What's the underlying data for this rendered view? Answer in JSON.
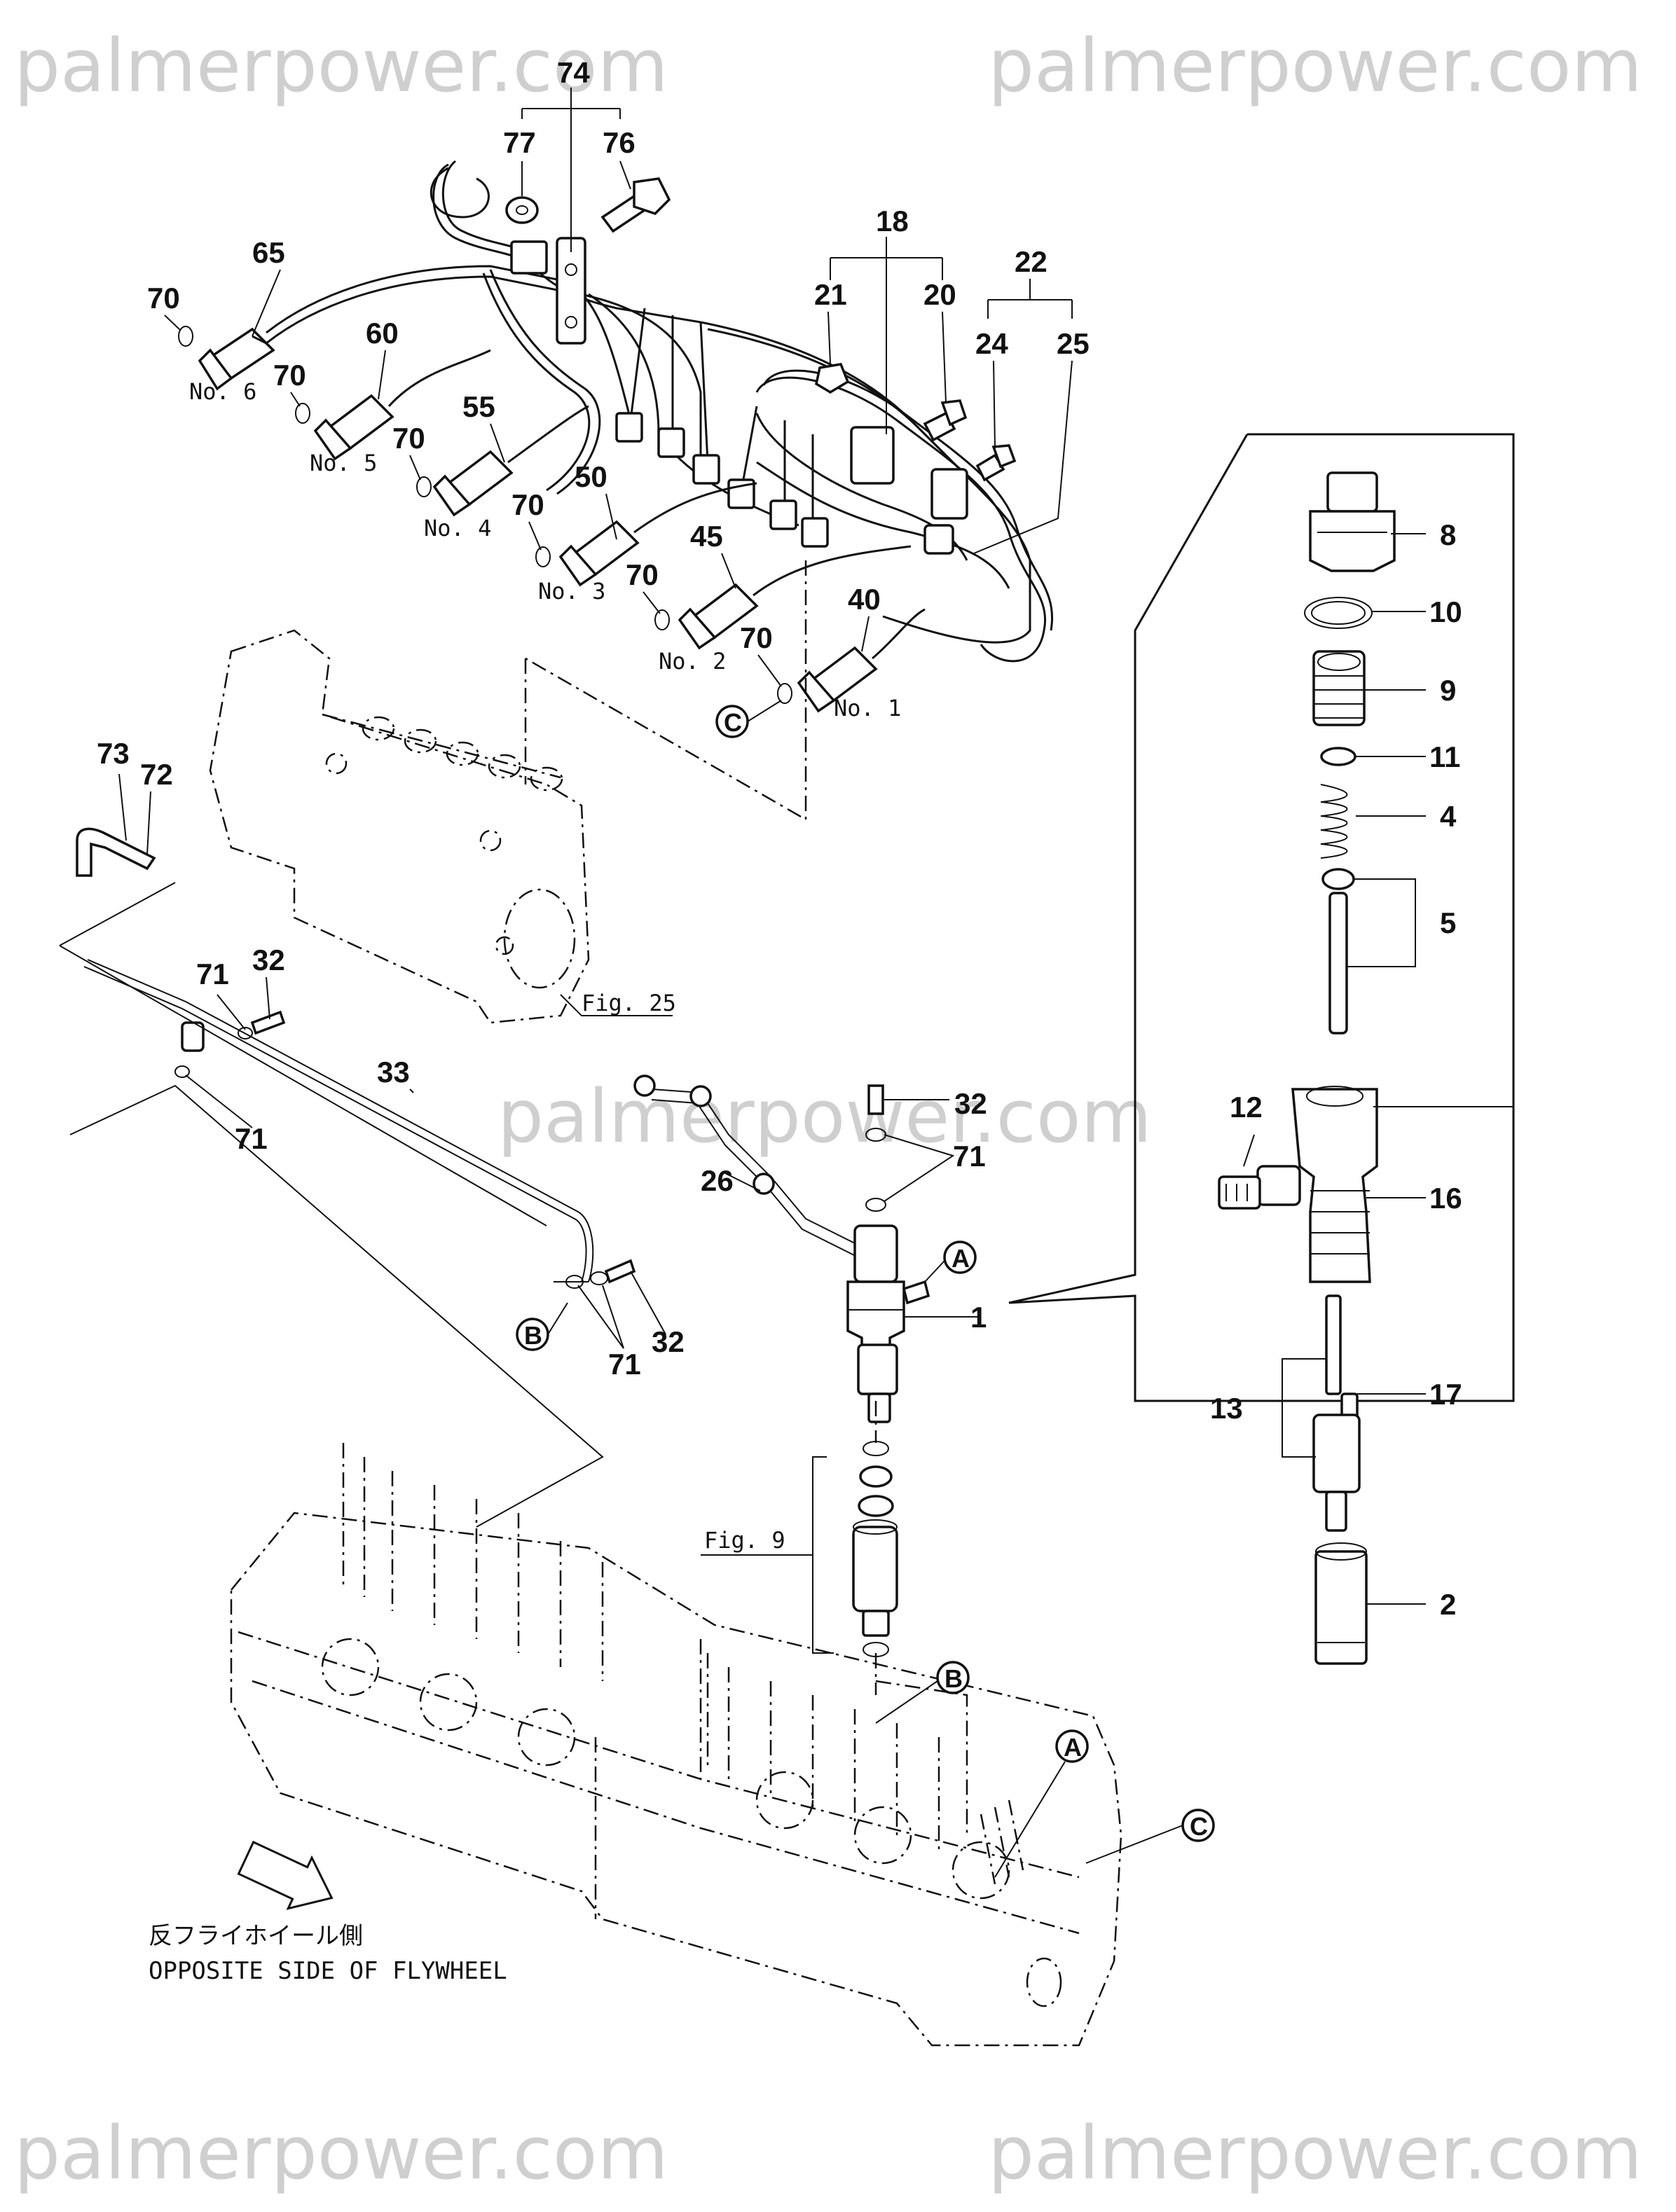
{
  "watermark": "palmerpower.com",
  "part_numbers": [
    "74",
    "77",
    "76",
    "65",
    "70",
    "60",
    "55",
    "50",
    "45",
    "40",
    "18",
    "21",
    "20",
    "22",
    "24",
    "25",
    "8",
    "10",
    "9",
    "11",
    "4",
    "5",
    "12",
    "16",
    "1",
    "13",
    "17",
    "2",
    "73",
    "72",
    "71",
    "32",
    "33",
    "26"
  ],
  "cylinders": [
    "No. 6",
    "No. 5",
    "No. 4",
    "No. 3",
    "No. 2",
    "No. 1"
  ],
  "refs": {
    "fig25": "Fig. 25",
    "fig9": "Fig. 9"
  },
  "markers": {
    "a": "A",
    "b": "B",
    "c": "C"
  },
  "caption": {
    "jp": "反フライホイール側",
    "en": "OPPOSITE SIDE OF FLYWHEEL"
  }
}
